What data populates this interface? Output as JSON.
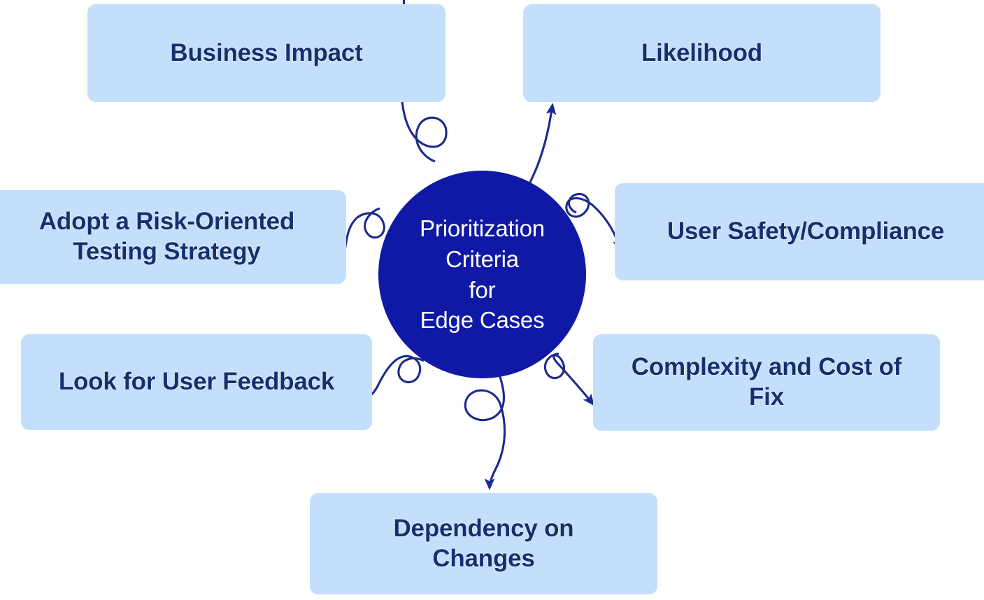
{
  "diagram": {
    "type": "hub-and-spoke",
    "center": {
      "label": "Prioritization\nCriteria\nfor\nEdge Cases",
      "fill_color": "#0f19a6",
      "text_color": "#ffffff"
    },
    "node_fill_color": "#c3dffc",
    "node_text_color": "#16306e",
    "arrow_color": "#1b2a8f",
    "background_color": "#ffffff",
    "nodes": [
      {
        "id": "business-impact",
        "label": "Business Impact",
        "position": "top-left"
      },
      {
        "id": "likelihood",
        "label": "Likelihood",
        "position": "top-right"
      },
      {
        "id": "risk-strategy",
        "label": "Adopt a Risk-Oriented\nTesting Strategy",
        "position": "left"
      },
      {
        "id": "user-safety",
        "label": "User Safety/Compliance",
        "position": "right"
      },
      {
        "id": "user-feedback",
        "label": "Look for User Feedback",
        "position": "bottom-left"
      },
      {
        "id": "complexity-cost",
        "label": "Complexity and Cost of\nFix",
        "position": "bottom-right"
      },
      {
        "id": "dependency",
        "label": "Dependency on\nChanges",
        "position": "bottom"
      }
    ],
    "connectors": [
      {
        "from": "center",
        "to": "business-impact",
        "style": "curly-loop-arrow"
      },
      {
        "from": "center",
        "to": "likelihood",
        "style": "curly-loop-arrow"
      },
      {
        "from": "center",
        "to": "risk-strategy",
        "style": "curly-loop-arrow"
      },
      {
        "from": "center",
        "to": "user-safety",
        "style": "curly-loop-arrow"
      },
      {
        "from": "center",
        "to": "user-feedback",
        "style": "curly-loop-arrow"
      },
      {
        "from": "center",
        "to": "complexity-cost",
        "style": "curly-loop-arrow"
      },
      {
        "from": "center",
        "to": "dependency",
        "style": "curly-loop-arrow"
      }
    ]
  }
}
